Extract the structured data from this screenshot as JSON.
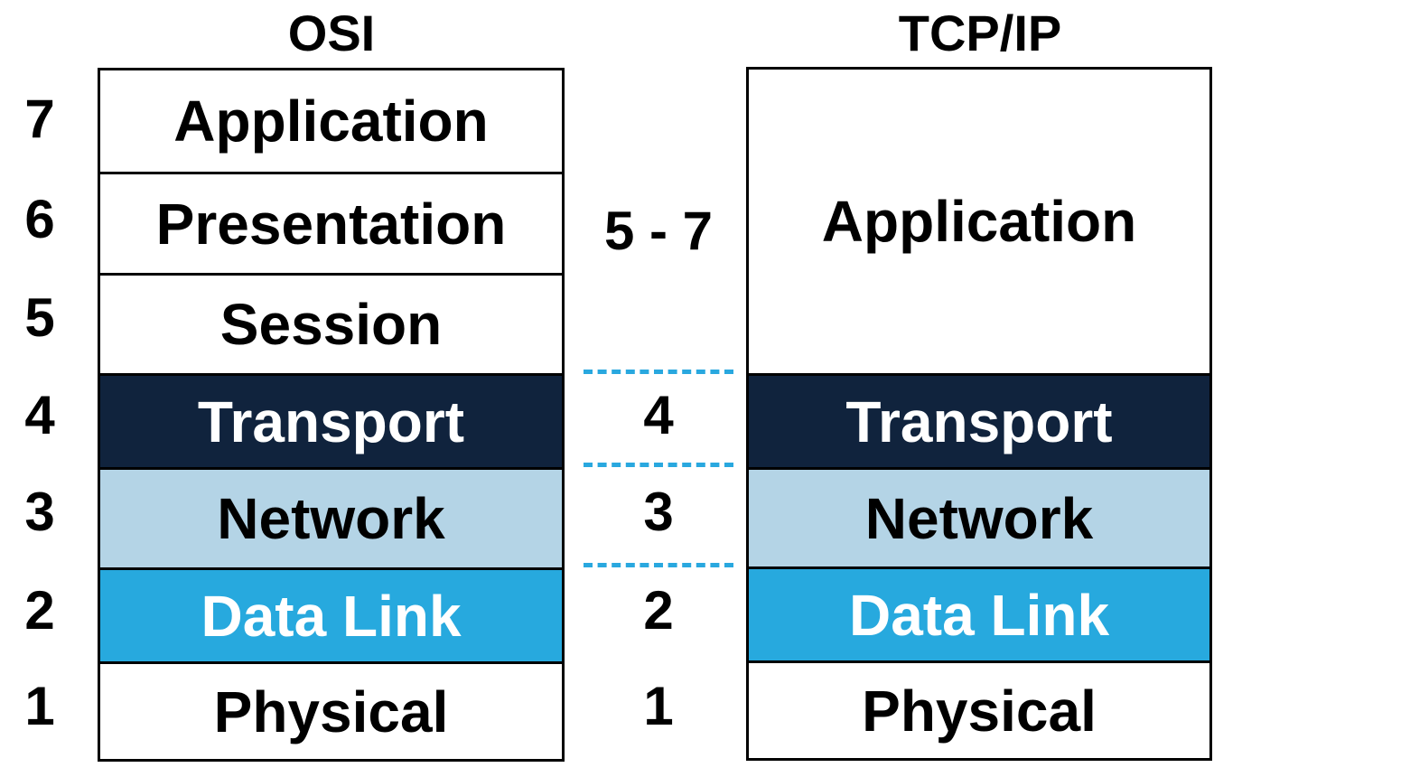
{
  "colors": {
    "white": "#ffffff",
    "transport": "#10233d",
    "network": "#b4d4e6",
    "data_link": "#27a9de",
    "dash": "#29a8df"
  },
  "osi": {
    "title": "OSI",
    "layers": [
      {
        "number": "7",
        "name": "Application"
      },
      {
        "number": "6",
        "name": "Presentation"
      },
      {
        "number": "5",
        "name": "Session"
      },
      {
        "number": "4",
        "name": "Transport"
      },
      {
        "number": "3",
        "name": "Network"
      },
      {
        "number": "2",
        "name": "Data Link"
      },
      {
        "number": "1",
        "name": "Physical"
      }
    ]
  },
  "tcpip": {
    "title": "TCP/IP",
    "layers": [
      {
        "number": "5 - 7",
        "name": "Application"
      },
      {
        "number": "4",
        "name": "Transport"
      },
      {
        "number": "3",
        "name": "Network"
      },
      {
        "number": "2",
        "name": "Data Link"
      },
      {
        "number": "1",
        "name": "Physical"
      }
    ]
  }
}
